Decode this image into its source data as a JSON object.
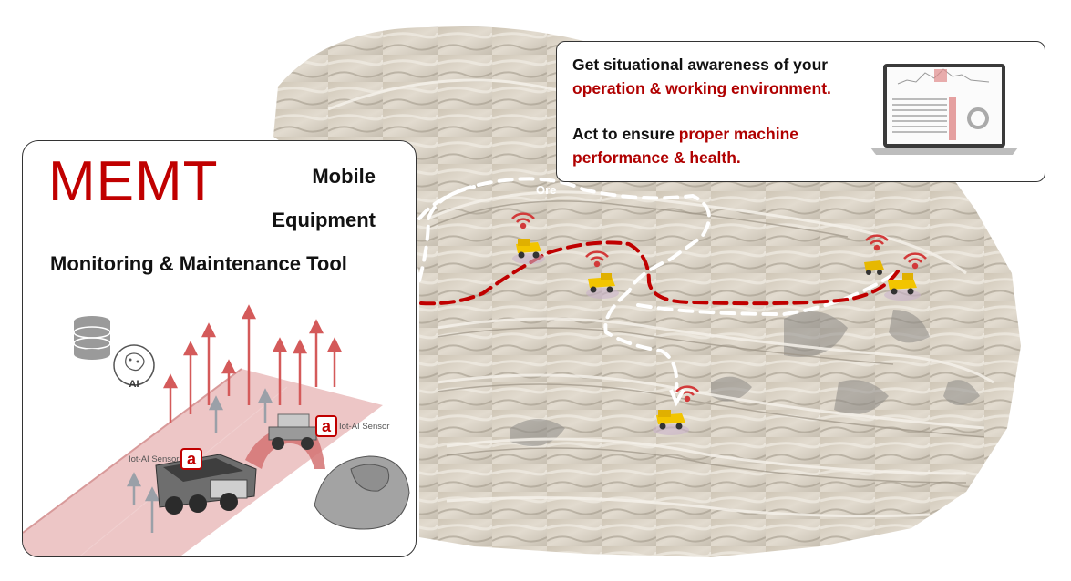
{
  "panel": {
    "title": "MEMT",
    "line1": "Mobile",
    "line2": "Equipment",
    "line3": "Monitoring & Maintenance Tool",
    "ai_badge": "AI",
    "sensor_label_left": "Iot-AI Sensor",
    "sensor_label_right": "Iot-AI Sensor",
    "logo_glyph": "a"
  },
  "info": {
    "line1_a": "Get situational awareness of your",
    "line1_b": "operation & working environment.",
    "line2_a": "Act to ensure",
    "line2_b": "proper machine",
    "line2_c": "performance & health."
  },
  "map": {
    "ore_label": "Ore"
  },
  "colors": {
    "accent_red": "#c00000",
    "route_red": "#c00000",
    "truck_yellow": "#f2c500",
    "terrain": "#d9d1c3"
  }
}
